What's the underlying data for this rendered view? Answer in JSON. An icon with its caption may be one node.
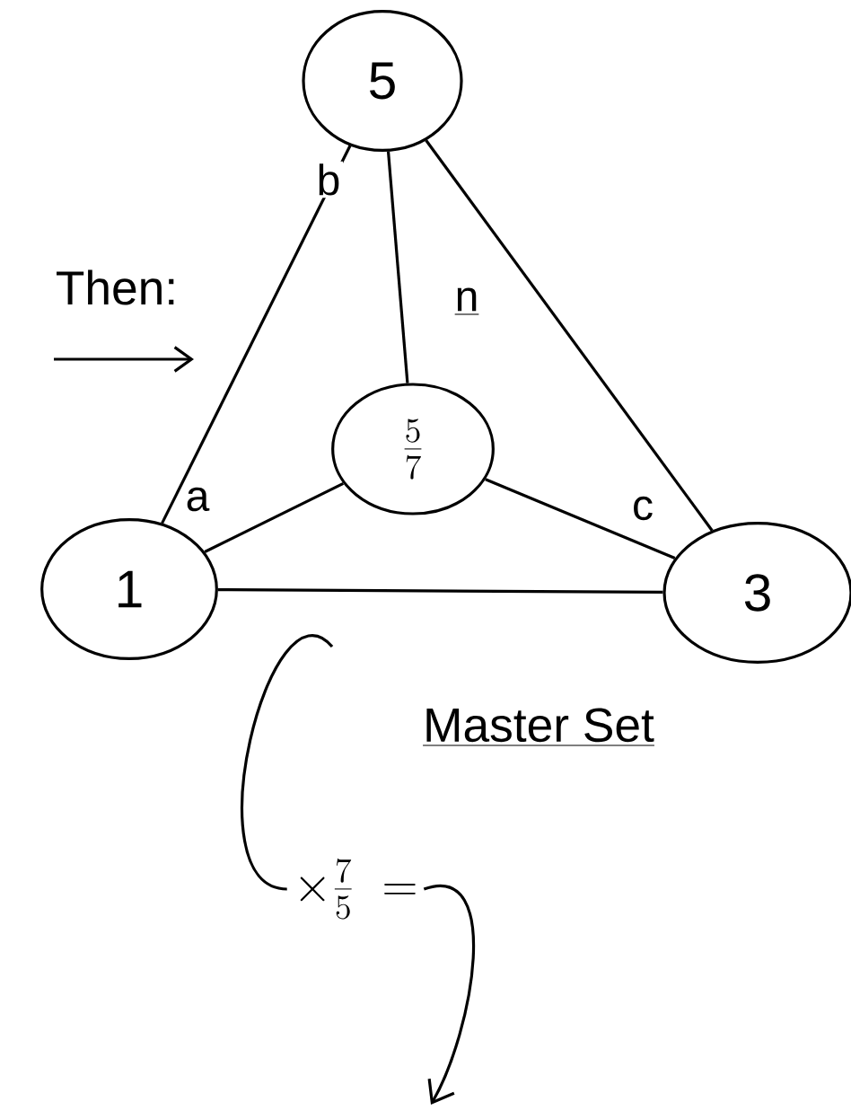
{
  "diagram": {
    "nodes": [
      {
        "text": [
          "5"
        ]
      },
      {
        "text": [
          "\\frac{5}{7}"
        ]
      },
      {
        "text": [
          "1"
        ]
      },
      {
        "text": [
          "3"
        ]
      },
      {
        "text": [
          "\\times\\frac{7}{5}\\;="
        ]
      }
    ],
    "edges": [
      {
        "from": 0,
        "to": 1,
        "arrow": "none",
        "label": "n"
      },
      {
        "from": 0,
        "to": 2,
        "arrow": "none",
        "label": "b"
      },
      {
        "from": 0,
        "to": 3,
        "arrow": "none"
      },
      {
        "from": 2,
        "to": 1,
        "arrow": "none",
        "label": "a"
      },
      {
        "from": 1,
        "to": 3,
        "arrow": "none",
        "label": "c"
      },
      {
        "from": 2,
        "to": 3,
        "arrow": "none"
      },
      {
        "from": null,
        "to": 4,
        "arrow": "none"
      },
      {
        "from": 4,
        "to": null,
        "arrow": "to"
      }
    ],
    "labels": [
      "Then:",
      "Master Set"
    ]
  }
}
